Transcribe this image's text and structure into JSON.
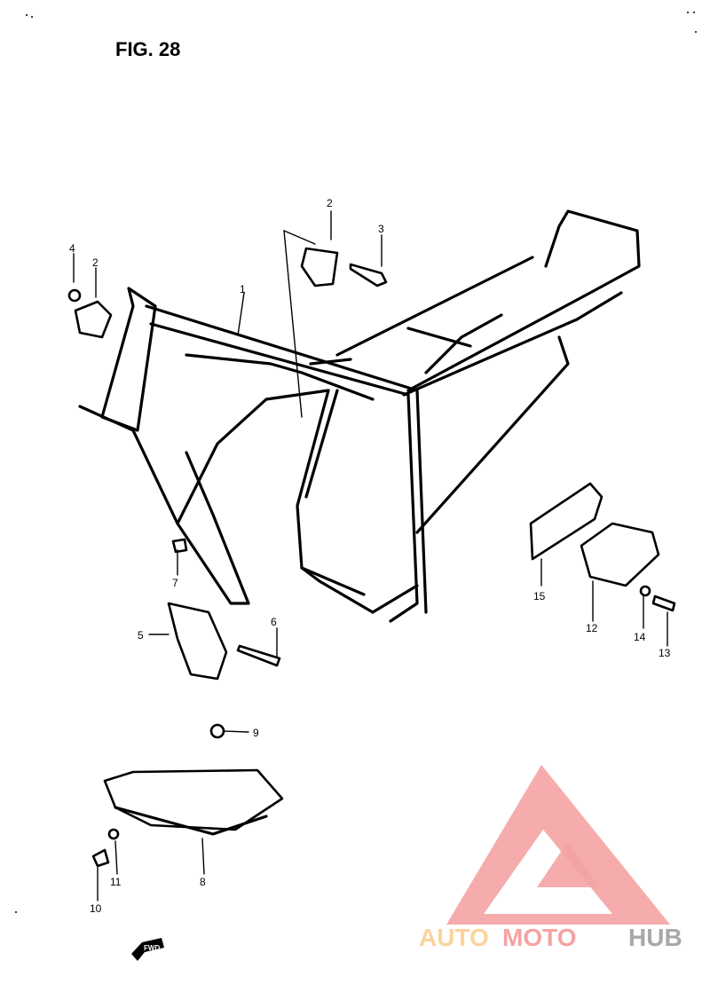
{
  "figure": {
    "title": "FIG. 28"
  },
  "callouts": {
    "c1": "1",
    "c2a": "2",
    "c2b": "2",
    "c3": "3",
    "c4": "4",
    "c5": "5",
    "c6": "6",
    "c7": "7",
    "c8": "8",
    "c9": "9",
    "c10": "10",
    "c11": "11",
    "c12": "12",
    "c13": "13",
    "c14": "14",
    "c15": "15"
  },
  "fwd_label": "FWD",
  "watermark": {
    "text_a": "AUTO",
    "text_b": "MOTO",
    "text_c": "HUB",
    "color_primary": "#f5a3a3",
    "color_secondary": "#fdd9a8",
    "color_tertiary": "#a8a8a8"
  }
}
